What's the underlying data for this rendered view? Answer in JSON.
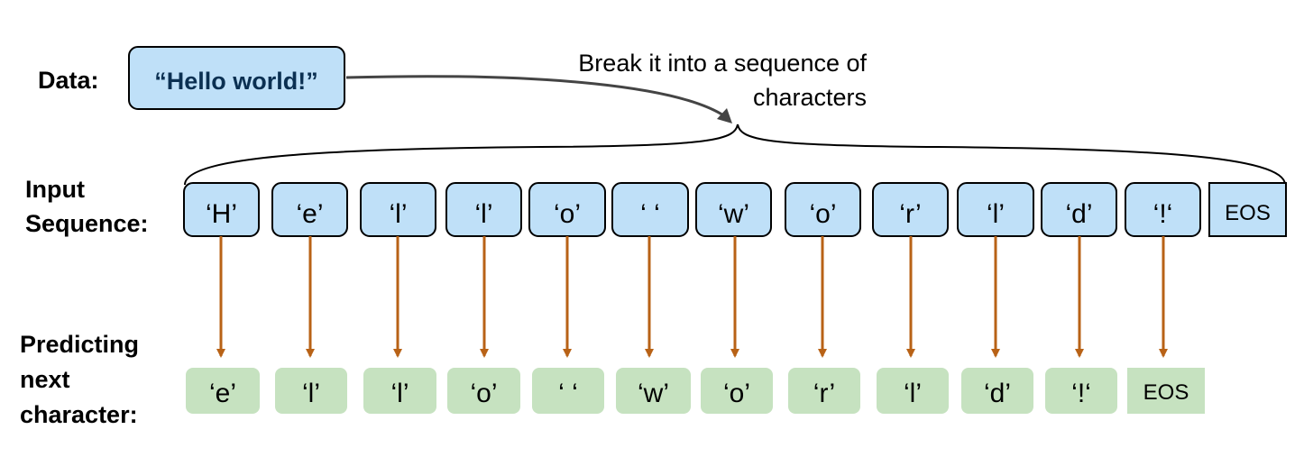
{
  "labels": {
    "data": "Data:",
    "input_line1": "Input",
    "input_line2": "Sequence:",
    "predict_line1": "Predicting",
    "predict_line2": "next",
    "predict_line3": "character:"
  },
  "data_text": "“Hello world!”",
  "annotation": {
    "line1": "Break it into a sequence of",
    "line2": "characters"
  },
  "input_tokens": [
    "‘H’",
    "‘e’",
    "‘l’",
    "‘l’",
    "‘o’",
    "‘ ‘",
    "‘w’",
    "‘o’",
    "‘r’",
    "‘l’",
    "‘d’",
    "‘!‘",
    "EOS"
  ],
  "output_tokens": [
    "‘e’",
    "‘l’",
    "‘l’",
    "‘o’",
    "‘ ‘",
    "‘w’",
    "‘o’",
    "‘r’",
    "‘l’",
    "‘d’",
    "‘!‘",
    "EOS"
  ],
  "colors": {
    "input_fill": "#bfe0f8",
    "output_fill": "#c6e2c0",
    "arrow": "#b86216",
    "data_text": "#0b3052",
    "stroke": "#000000",
    "curve": "#444444"
  }
}
